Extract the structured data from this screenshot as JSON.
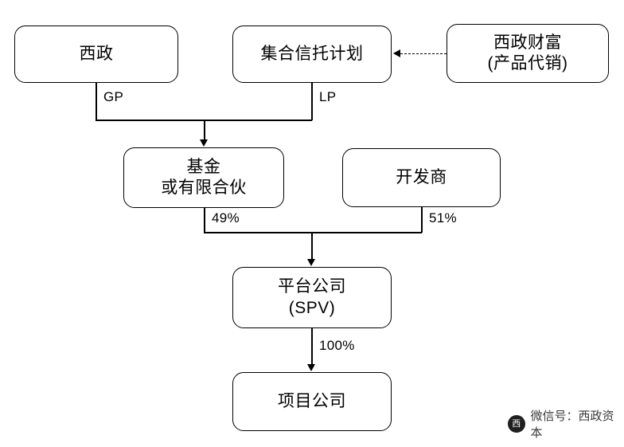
{
  "diagram": {
    "nodes": [
      {
        "id": "xizheng",
        "line1": "西政",
        "line2": ""
      },
      {
        "id": "trust-plan",
        "line1": "集合信托计划",
        "line2": ""
      },
      {
        "id": "xizheng-wealth",
        "line1": "西政财富",
        "line2": "(产品代销)"
      },
      {
        "id": "fund",
        "line1": "基金",
        "line2": "或有限合伙"
      },
      {
        "id": "developer",
        "line1": "开发商",
        "line2": ""
      },
      {
        "id": "platform",
        "line1": "平台公司",
        "line2": "(SPV)"
      },
      {
        "id": "project",
        "line1": "项目公司",
        "line2": ""
      }
    ],
    "edge_labels": [
      {
        "id": "gp",
        "text": "GP"
      },
      {
        "id": "lp",
        "text": "LP"
      },
      {
        "id": "pct49",
        "text": "49%"
      },
      {
        "id": "pct51",
        "text": "51%"
      },
      {
        "id": "pct100",
        "text": "100%"
      }
    ]
  },
  "watermark": {
    "logo_glyph": "西",
    "text": "微信号：西政资本"
  }
}
